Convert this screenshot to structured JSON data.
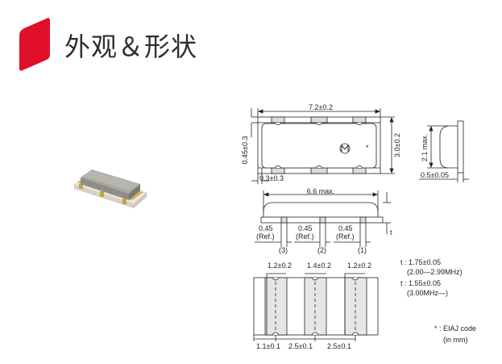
{
  "header": {
    "title": "外观＆形状",
    "accent_color": "#e0102a",
    "icon": "red-parallelogram-badge-icon"
  },
  "product_photo": {
    "description": "SMD ceramic resonator component photo",
    "body_color": "#9a9a94",
    "base_color": "#e8e4da",
    "terminal_color": "#c9a040"
  },
  "drawing": {
    "top_view": {
      "width_label": "7.2±0.2",
      "height_label": "3.0±0.2",
      "terminal_label": "0.45±0.3",
      "offset_label": "0.3±0.3",
      "logo": "M-logo",
      "eiaj_mark": "*"
    },
    "side_view": {
      "height_label": "2.1 max.",
      "thickness_label": "0.5±0.05"
    },
    "front_view": {
      "length_label": "6.6 max.",
      "t_label": "t",
      "ref_labels": [
        "0.45\n(Ref.)",
        "0.45\n(Ref.)",
        "0.45\n(Ref.)"
      ],
      "ref_line1": "0.45",
      "ref_line2": "(Ref.)",
      "pin_labels": [
        "(3)",
        "(2)",
        "(1)"
      ]
    },
    "bottom_view": {
      "pad_widths": [
        "1.2±0.2",
        "1.4±0.2",
        "1.2±0.2"
      ],
      "pitch_labels": [
        "1.1±0.1",
        "2.5±0.1",
        "2.5±0.1"
      ]
    },
    "notes": {
      "t1": "t : 1.75±0.05",
      "t1_range": "(2.00—2.99MHz)",
      "t2": "t : 1.55±0.05",
      "t2_range": "(3.00MHz—)",
      "eiaj": "* : EIAJ code",
      "unit": "(in mm)"
    }
  }
}
